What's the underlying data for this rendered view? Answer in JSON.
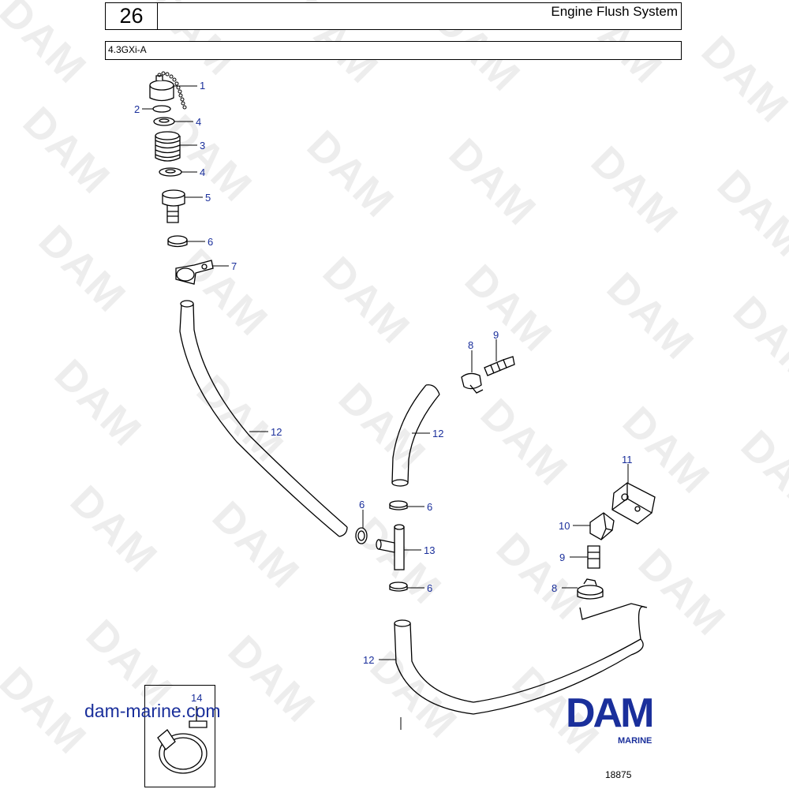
{
  "header": {
    "page_number": "26",
    "title": "Engine Flush System"
  },
  "model": "4.3GXi-A",
  "watermark_text": "DAM",
  "callouts": [
    "1",
    "2",
    "4",
    "3",
    "4",
    "5",
    "6",
    "7",
    "8",
    "9",
    "12",
    "12",
    "6",
    "6",
    "13",
    "6",
    "11",
    "10",
    "9",
    "8",
    "12",
    "14"
  ],
  "footer": {
    "website": "dam-marine.com",
    "logo_text": "DAM",
    "logo_subtext": "MARINE",
    "figure_number": "18875"
  },
  "colors": {
    "accent": "#1a2f9b",
    "line": "#000000"
  }
}
